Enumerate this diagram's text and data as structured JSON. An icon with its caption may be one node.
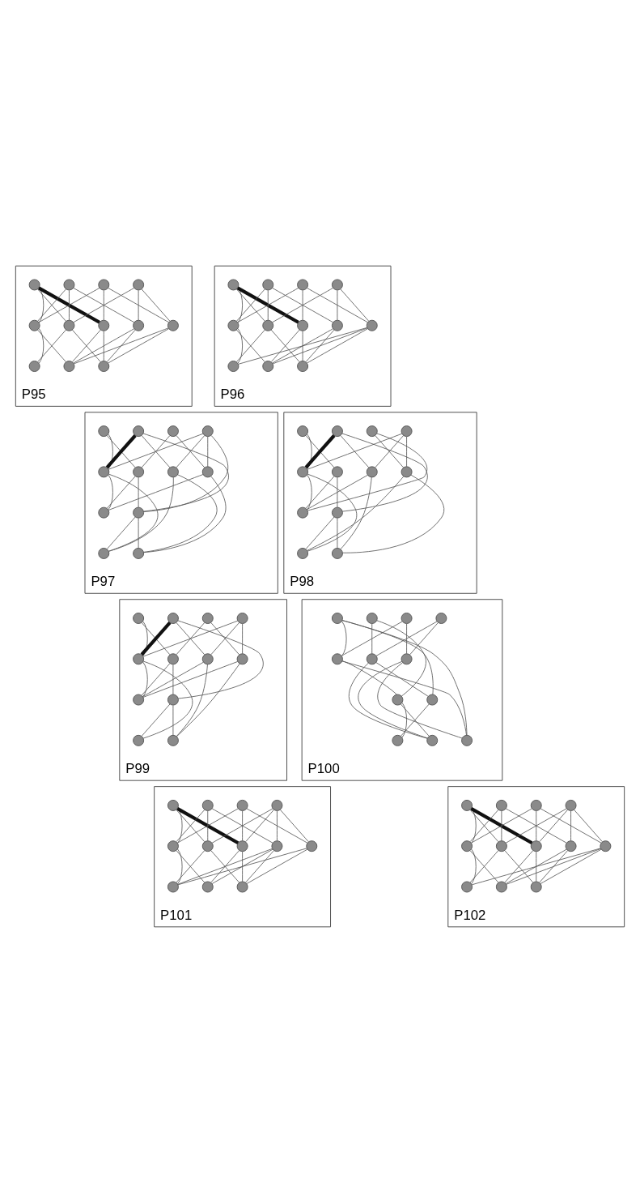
{
  "diagram": {
    "nodes": [
      {
        "text": [
          "P95"
        ]
      },
      {
        "text": [],
        "shape": "circle",
        "in": 0
      },
      {
        "text": [],
        "shape": "circle",
        "in": 0
      },
      {
        "text": [],
        "shape": "circle",
        "in": 0
      },
      {
        "text": [],
        "shape": "circle",
        "in": 0
      },
      {
        "text": [],
        "shape": "circle",
        "in": 0
      },
      {
        "text": [],
        "shape": "circle",
        "in": 0
      },
      {
        "text": [],
        "shape": "circle",
        "in": 0
      },
      {
        "text": [],
        "shape": "circle",
        "in": 0
      },
      {
        "text": [],
        "shape": "circle",
        "in": 0
      },
      {
        "text": [],
        "shape": "circle",
        "in": 0
      },
      {
        "text": [],
        "shape": "circle",
        "in": 0
      },
      {
        "text": [],
        "shape": "circle",
        "in": 0
      },
      {
        "text": [
          "P96"
        ]
      },
      {
        "text": [],
        "shape": "circle",
        "in": 13
      },
      {
        "text": [],
        "shape": "circle",
        "in": 13
      },
      {
        "text": [],
        "shape": "circle",
        "in": 13
      },
      {
        "text": [],
        "shape": "circle",
        "in": 13
      },
      {
        "text": [],
        "shape": "circle",
        "in": 13
      },
      {
        "text": [],
        "shape": "circle",
        "in": 13
      },
      {
        "text": [],
        "shape": "circle",
        "in": 13
      },
      {
        "text": [],
        "shape": "circle",
        "in": 13
      },
      {
        "text": [],
        "shape": "circle",
        "in": 13
      },
      {
        "text": [],
        "shape": "circle",
        "in": 13
      },
      {
        "text": [],
        "shape": "circle",
        "in": 13
      },
      {
        "text": [],
        "shape": "circle",
        "in": 13
      },
      {
        "text": [
          "P97"
        ]
      },
      {
        "text": [],
        "shape": "circle",
        "in": 26
      },
      {
        "text": [],
        "shape": "circle",
        "in": 26
      },
      {
        "text": [],
        "shape": "circle",
        "in": 26
      },
      {
        "text": [],
        "shape": "circle",
        "in": 26
      },
      {
        "text": [],
        "shape": "circle",
        "in": 26
      },
      {
        "text": [],
        "shape": "circle",
        "in": 26
      },
      {
        "text": [],
        "shape": "circle",
        "in": 26
      },
      {
        "text": [],
        "shape": "circle",
        "in": 26
      },
      {
        "text": [],
        "shape": "circle",
        "in": 26
      },
      {
        "text": [],
        "shape": "circle",
        "in": 26
      },
      {
        "text": [],
        "shape": "circle",
        "in": 26
      },
      {
        "text": [],
        "shape": "circle",
        "in": 26
      },
      {
        "text": [
          "P98"
        ]
      },
      {
        "text": [],
        "shape": "circle",
        "in": 39
      },
      {
        "text": [],
        "shape": "circle",
        "in": 39
      },
      {
        "text": [],
        "shape": "circle",
        "in": 39
      },
      {
        "text": [],
        "shape": "circle",
        "in": 39
      },
      {
        "text": [],
        "shape": "circle",
        "in": 39
      },
      {
        "text": [],
        "shape": "circle",
        "in": 39
      },
      {
        "text": [],
        "shape": "circle",
        "in": 39
      },
      {
        "text": [],
        "shape": "circle",
        "in": 39
      },
      {
        "text": [],
        "shape": "circle",
        "in": 39
      },
      {
        "text": [],
        "shape": "circle",
        "in": 39
      },
      {
        "text": [],
        "shape": "circle",
        "in": 39
      },
      {
        "text": [],
        "shape": "circle",
        "in": 39
      },
      {
        "text": [
          "P99"
        ]
      },
      {
        "text": [],
        "shape": "circle",
        "in": 52
      },
      {
        "text": [],
        "shape": "circle",
        "in": 52
      },
      {
        "text": [],
        "shape": "circle",
        "in": 52
      },
      {
        "text": [],
        "shape": "circle",
        "in": 52
      },
      {
        "text": [],
        "shape": "circle",
        "in": 52
      },
      {
        "text": [],
        "shape": "circle",
        "in": 52
      },
      {
        "text": [],
        "shape": "circle",
        "in": 52
      },
      {
        "text": [],
        "shape": "circle",
        "in": 52
      },
      {
        "text": [],
        "shape": "circle",
        "in": 52
      },
      {
        "text": [],
        "shape": "circle",
        "in": 52
      },
      {
        "text": [],
        "shape": "circle",
        "in": 52
      },
      {
        "text": [],
        "shape": "circle",
        "in": 52
      },
      {
        "text": [
          "P100"
        ]
      },
      {
        "text": [],
        "shape": "circle",
        "in": 65
      },
      {
        "text": [],
        "shape": "circle",
        "in": 65
      },
      {
        "text": [],
        "shape": "circle",
        "in": 65
      },
      {
        "text": [],
        "shape": "circle",
        "in": 65
      },
      {
        "text": [],
        "shape": "circle",
        "in": 65
      },
      {
        "text": [],
        "shape": "circle",
        "in": 65
      },
      {
        "text": [],
        "shape": "circle",
        "in": 65
      },
      {
        "text": [],
        "shape": "circle",
        "in": 65
      },
      {
        "text": [],
        "shape": "circle",
        "in": 65
      },
      {
        "text": [],
        "shape": "circle",
        "in": 65
      },
      {
        "text": [],
        "shape": "circle",
        "in": 65
      },
      {
        "text": [],
        "shape": "circle",
        "in": 65
      },
      {
        "text": [
          "P101"
        ]
      },
      {
        "text": [],
        "shape": "circle",
        "in": 78
      },
      {
        "text": [],
        "shape": "circle",
        "in": 78
      },
      {
        "text": [],
        "shape": "circle",
        "in": 78
      },
      {
        "text": [],
        "shape": "circle",
        "in": 78
      },
      {
        "text": [],
        "shape": "circle",
        "in": 78
      },
      {
        "text": [],
        "shape": "circle",
        "in": 78
      },
      {
        "text": [],
        "shape": "circle",
        "in": 78
      },
      {
        "text": [],
        "shape": "circle",
        "in": 78
      },
      {
        "text": [],
        "shape": "circle",
        "in": 78
      },
      {
        "text": [],
        "shape": "circle",
        "in": 78
      },
      {
        "text": [],
        "shape": "circle",
        "in": 78
      },
      {
        "text": [],
        "shape": "circle",
        "in": 78
      },
      {
        "text": [
          "P102"
        ]
      },
      {
        "text": [],
        "shape": "circle",
        "in": 91
      },
      {
        "text": [],
        "shape": "circle",
        "in": 91
      },
      {
        "text": [],
        "shape": "circle",
        "in": 91
      },
      {
        "text": [],
        "shape": "circle",
        "in": 91
      },
      {
        "text": [],
        "shape": "circle",
        "in": 91
      },
      {
        "text": [],
        "shape": "circle",
        "in": 91
      },
      {
        "text": [],
        "shape": "circle",
        "in": 91
      },
      {
        "text": [],
        "shape": "circle",
        "in": 91
      },
      {
        "text": [],
        "shape": "circle",
        "in": 91
      },
      {
        "text": [],
        "shape": "circle",
        "in": 91
      },
      {
        "text": [],
        "shape": "circle",
        "in": 91
      },
      {
        "text": [],
        "shape": "circle",
        "in": 91
      }
    ],
    "edges": [
      {
        "from": 1,
        "to": 5,
        "arrow": "none"
      },
      {
        "from": 1,
        "to": 6,
        "arrow": "none"
      },
      {
        "from": 1,
        "to": 7,
        "arrow": "none",
        "style": "thick"
      },
      {
        "from": 2,
        "to": 5,
        "arrow": "none"
      },
      {
        "from": 2,
        "to": 6,
        "arrow": "none"
      },
      {
        "from": 2,
        "to": 8,
        "arrow": "none"
      },
      {
        "from": 3,
        "to": 5,
        "arrow": "none"
      },
      {
        "from": 3,
        "to": 7,
        "arrow": "none"
      },
      {
        "from": 3,
        "to": 9,
        "arrow": "none"
      },
      {
        "from": 4,
        "to": 6,
        "arrow": "none"
      },
      {
        "from": 4,
        "to": 8,
        "arrow": "none"
      },
      {
        "from": 4,
        "to": 9,
        "arrow": "none"
      },
      {
        "from": 5,
        "to": 10,
        "arrow": "none"
      },
      {
        "from": 5,
        "to": 11,
        "arrow": "none"
      },
      {
        "from": 6,
        "to": 10,
        "arrow": "none"
      },
      {
        "from": 6,
        "to": 12,
        "arrow": "none"
      },
      {
        "from": 7,
        "to": 11,
        "arrow": "none"
      },
      {
        "from": 7,
        "to": 12,
        "arrow": "none"
      },
      {
        "from": 8,
        "to": 11,
        "arrow": "none"
      },
      {
        "from": 8,
        "to": 12,
        "arrow": "none"
      },
      {
        "from": 9,
        "to": 11,
        "arrow": "none"
      },
      {
        "from": 9,
        "to": 12,
        "arrow": "none"
      },
      {
        "from": 14,
        "to": 18,
        "arrow": "none"
      },
      {
        "from": 14,
        "to": 19,
        "arrow": "none"
      },
      {
        "from": 14,
        "to": 20,
        "arrow": "none",
        "style": "thick"
      },
      {
        "from": 15,
        "to": 18,
        "arrow": "none"
      },
      {
        "from": 15,
        "to": 19,
        "arrow": "none"
      },
      {
        "from": 15,
        "to": 21,
        "arrow": "none"
      },
      {
        "from": 16,
        "to": 18,
        "arrow": "none"
      },
      {
        "from": 16,
        "to": 20,
        "arrow": "none"
      },
      {
        "from": 16,
        "to": 22,
        "arrow": "none"
      },
      {
        "from": 17,
        "to": 19,
        "arrow": "none"
      },
      {
        "from": 17,
        "to": 21,
        "arrow": "none"
      },
      {
        "from": 17,
        "to": 22,
        "arrow": "none"
      },
      {
        "from": 18,
        "to": 23,
        "arrow": "none"
      },
      {
        "from": 18,
        "to": 24,
        "arrow": "none"
      },
      {
        "from": 19,
        "to": 23,
        "arrow": "none"
      },
      {
        "from": 19,
        "to": 25,
        "arrow": "none"
      },
      {
        "from": 20,
        "to": 24,
        "arrow": "none"
      },
      {
        "from": 20,
        "to": 25,
        "arrow": "none"
      },
      {
        "from": 21,
        "to": 24,
        "arrow": "none"
      },
      {
        "from": 21,
        "to": 25,
        "arrow": "none"
      },
      {
        "from": 22,
        "to": 24,
        "arrow": "none"
      },
      {
        "from": 22,
        "to": 25,
        "arrow": "none"
      },
      {
        "from": 22,
        "to": 23,
        "arrow": "none"
      },
      {
        "from": 27,
        "to": 31,
        "arrow": "none"
      },
      {
        "from": 27,
        "to": 32,
        "arrow": "none"
      },
      {
        "from": 28,
        "to": 31,
        "arrow": "none",
        "style": "thick"
      },
      {
        "from": 28,
        "to": 33,
        "arrow": "none"
      },
      {
        "from": 28,
        "to": 36,
        "arrow": "none"
      },
      {
        "from": 29,
        "to": 32,
        "arrow": "none"
      },
      {
        "from": 29,
        "to": 34,
        "arrow": "none"
      },
      {
        "from": 30,
        "to": 31,
        "arrow": "none"
      },
      {
        "from": 30,
        "to": 33,
        "arrow": "none"
      },
      {
        "from": 30,
        "to": 36,
        "arrow": "none"
      },
      {
        "from": 30,
        "to": 34,
        "arrow": "none"
      },
      {
        "from": 31,
        "to": 35,
        "arrow": "none"
      },
      {
        "from": 31,
        "to": 37,
        "arrow": "none"
      },
      {
        "from": 32,
        "to": 35,
        "arrow": "none"
      },
      {
        "from": 32,
        "to": 36,
        "arrow": "none"
      },
      {
        "from": 33,
        "to": 37,
        "arrow": "none"
      },
      {
        "from": 33,
        "to": 38,
        "arrow": "none"
      },
      {
        "from": 34,
        "to": 35,
        "arrow": "none"
      },
      {
        "from": 34,
        "to": 38,
        "arrow": "none"
      },
      {
        "from": 36,
        "to": 37,
        "arrow": "none"
      },
      {
        "from": 36,
        "to": 38,
        "arrow": "none"
      },
      {
        "from": 40,
        "to": 44,
        "arrow": "none"
      },
      {
        "from": 40,
        "to": 45,
        "arrow": "none"
      },
      {
        "from": 41,
        "to": 44,
        "arrow": "none",
        "style": "thick"
      },
      {
        "from": 41,
        "to": 46,
        "arrow": "none"
      },
      {
        "from": 41,
        "to": 49,
        "arrow": "none"
      },
      {
        "from": 42,
        "to": 48,
        "arrow": "none"
      },
      {
        "from": 42,
        "to": 47,
        "arrow": "none"
      },
      {
        "from": 43,
        "to": 44,
        "arrow": "none"
      },
      {
        "from": 43,
        "to": 46,
        "arrow": "none"
      },
      {
        "from": 43,
        "to": 47,
        "arrow": "none"
      },
      {
        "from": 44,
        "to": 48,
        "arrow": "none"
      },
      {
        "from": 44,
        "to": 50,
        "arrow": "none"
      },
      {
        "from": 45,
        "to": 48,
        "arrow": "none"
      },
      {
        "from": 45,
        "to": 49,
        "arrow": "none"
      },
      {
        "from": 46,
        "to": 48,
        "arrow": "none"
      },
      {
        "from": 46,
        "to": 51,
        "arrow": "none"
      },
      {
        "from": 47,
        "to": 50,
        "arrow": "none"
      },
      {
        "from": 47,
        "to": 51,
        "arrow": "none"
      },
      {
        "from": 49,
        "to": 50,
        "arrow": "none"
      },
      {
        "from": 49,
        "to": 51,
        "arrow": "none"
      },
      {
        "from": 53,
        "to": 57,
        "arrow": "none"
      },
      {
        "from": 53,
        "to": 58,
        "arrow": "none"
      },
      {
        "from": 54,
        "to": 57,
        "arrow": "none",
        "style": "thick"
      },
      {
        "from": 54,
        "to": 59,
        "arrow": "none"
      },
      {
        "from": 54,
        "to": 62,
        "arrow": "none"
      },
      {
        "from": 55,
        "to": 58,
        "arrow": "none"
      },
      {
        "from": 55,
        "to": 60,
        "arrow": "none"
      },
      {
        "from": 56,
        "to": 57,
        "arrow": "none"
      },
      {
        "from": 56,
        "to": 59,
        "arrow": "none"
      },
      {
        "from": 56,
        "to": 60,
        "arrow": "none"
      },
      {
        "from": 57,
        "to": 61,
        "arrow": "none"
      },
      {
        "from": 57,
        "to": 63,
        "arrow": "none"
      },
      {
        "from": 58,
        "to": 61,
        "arrow": "none"
      },
      {
        "from": 58,
        "to": 62,
        "arrow": "none"
      },
      {
        "from": 59,
        "to": 61,
        "arrow": "none"
      },
      {
        "from": 59,
        "to": 64,
        "arrow": "none"
      },
      {
        "from": 60,
        "to": 61,
        "arrow": "none"
      },
      {
        "from": 60,
        "to": 64,
        "arrow": "none"
      },
      {
        "from": 62,
        "to": 63,
        "arrow": "none"
      },
      {
        "from": 62,
        "to": 64,
        "arrow": "none"
      },
      {
        "from": 66,
        "to": 70,
        "arrow": "none"
      },
      {
        "from": 66,
        "to": 74,
        "arrow": "none"
      },
      {
        "from": 66,
        "to": 77,
        "arrow": "none"
      },
      {
        "from": 67,
        "to": 73,
        "arrow": "none"
      },
      {
        "from": 67,
        "to": 71,
        "arrow": "none"
      },
      {
        "from": 68,
        "to": 70,
        "arrow": "none"
      },
      {
        "from": 68,
        "to": 72,
        "arrow": "none"
      },
      {
        "from": 69,
        "to": 71,
        "arrow": "none"
      },
      {
        "from": 69,
        "to": 72,
        "arrow": "none"
      },
      {
        "from": 70,
        "to": 73,
        "arrow": "none"
      },
      {
        "from": 70,
        "to": 77,
        "arrow": "none"
      },
      {
        "from": 71,
        "to": 76,
        "arrow": "none"
      },
      {
        "from": 71,
        "to": 74,
        "arrow": "none"
      },
      {
        "from": 72,
        "to": 76,
        "arrow": "none"
      },
      {
        "from": 72,
        "to": 77,
        "arrow": "none"
      },
      {
        "from": 73,
        "to": 75,
        "arrow": "none"
      },
      {
        "from": 73,
        "to": 76,
        "arrow": "none"
      },
      {
        "from": 74,
        "to": 75,
        "arrow": "none"
      },
      {
        "from": 79,
        "to": 83,
        "arrow": "none"
      },
      {
        "from": 79,
        "to": 84,
        "arrow": "none"
      },
      {
        "from": 79,
        "to": 85,
        "arrow": "none",
        "style": "thick"
      },
      {
        "from": 80,
        "to": 83,
        "arrow": "none"
      },
      {
        "from": 80,
        "to": 84,
        "arrow": "none"
      },
      {
        "from": 80,
        "to": 86,
        "arrow": "none"
      },
      {
        "from": 81,
        "to": 83,
        "arrow": "none"
      },
      {
        "from": 81,
        "to": 85,
        "arrow": "none"
      },
      {
        "from": 81,
        "to": 87,
        "arrow": "none"
      },
      {
        "from": 82,
        "to": 84,
        "arrow": "none"
      },
      {
        "from": 82,
        "to": 86,
        "arrow": "none"
      },
      {
        "from": 82,
        "to": 87,
        "arrow": "none"
      },
      {
        "from": 83,
        "to": 88,
        "arrow": "none"
      },
      {
        "from": 83,
        "to": 89,
        "arrow": "none"
      },
      {
        "from": 84,
        "to": 88,
        "arrow": "none"
      },
      {
        "from": 84,
        "to": 90,
        "arrow": "none"
      },
      {
        "from": 85,
        "to": 89,
        "arrow": "none"
      },
      {
        "from": 85,
        "to": 90,
        "arrow": "none"
      },
      {
        "from": 86,
        "to": 89,
        "arrow": "none"
      },
      {
        "from": 86,
        "to": 90,
        "arrow": "none"
      },
      {
        "from": 87,
        "to": 90,
        "arrow": "none"
      },
      {
        "from": 82,
        "to": 85,
        "arrow": "none"
      },
      {
        "from": 88,
        "to": 86,
        "arrow": "none"
      },
      {
        "from": 88,
        "to": 87,
        "arrow": "none"
      },
      {
        "from": 92,
        "to": 96,
        "arrow": "none"
      },
      {
        "from": 92,
        "to": 97,
        "arrow": "none"
      },
      {
        "from": 92,
        "to": 98,
        "arrow": "none",
        "style": "thick"
      },
      {
        "from": 93,
        "to": 96,
        "arrow": "none"
      },
      {
        "from": 93,
        "to": 97,
        "arrow": "none"
      },
      {
        "from": 93,
        "to": 99,
        "arrow": "none"
      },
      {
        "from": 94,
        "to": 96,
        "arrow": "none"
      },
      {
        "from": 94,
        "to": 98,
        "arrow": "none"
      },
      {
        "from": 94,
        "to": 100,
        "arrow": "none"
      },
      {
        "from": 95,
        "to": 97,
        "arrow": "none"
      },
      {
        "from": 95,
        "to": 99,
        "arrow": "none"
      },
      {
        "from": 95,
        "to": 100,
        "arrow": "none"
      },
      {
        "from": 96,
        "to": 101,
        "arrow": "none"
      },
      {
        "from": 96,
        "to": 102,
        "arrow": "none"
      },
      {
        "from": 97,
        "to": 101,
        "arrow": "none"
      },
      {
        "from": 97,
        "to": 103,
        "arrow": "none"
      },
      {
        "from": 98,
        "to": 102,
        "arrow": "none"
      },
      {
        "from": 98,
        "to": 103,
        "arrow": "none"
      },
      {
        "from": 99,
        "to": 102,
        "arrow": "none"
      },
      {
        "from": 99,
        "to": 103,
        "arrow": "none"
      },
      {
        "from": 100,
        "to": 102,
        "arrow": "none"
      },
      {
        "from": 100,
        "to": 103,
        "arrow": "none"
      },
      {
        "from": 101,
        "to": 100,
        "arrow": "none"
      },
      {
        "from": 95,
        "to": 98,
        "arrow": "none"
      }
    ]
  }
}
